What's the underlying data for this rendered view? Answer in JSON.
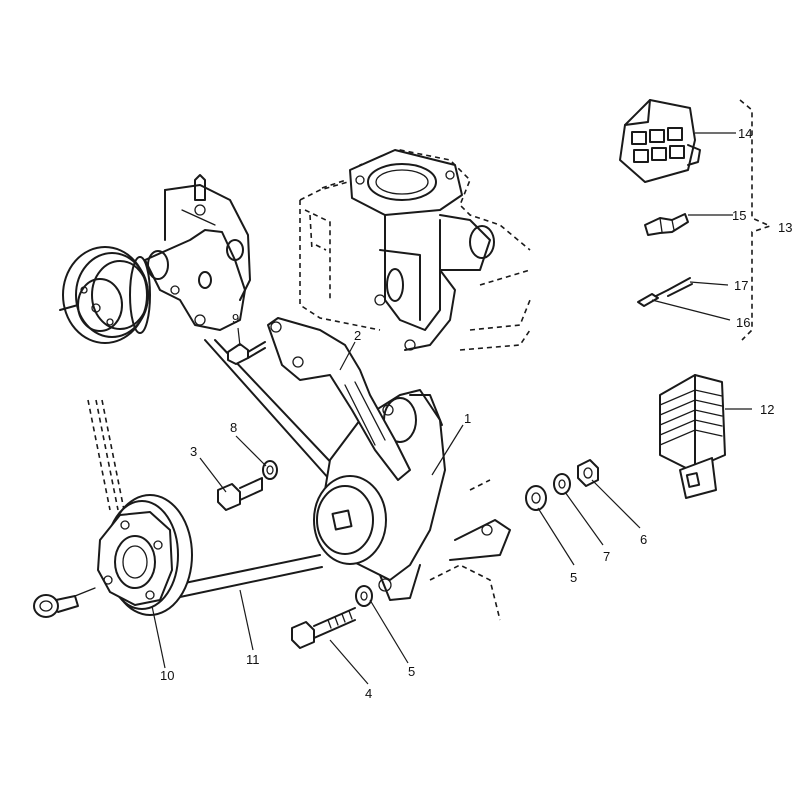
{
  "callouts": [
    {
      "id": "c1",
      "text": "1"
    },
    {
      "id": "c2",
      "text": "2"
    },
    {
      "id": "c3",
      "text": "3"
    },
    {
      "id": "c4",
      "text": "4"
    },
    {
      "id": "c5a",
      "text": "5"
    },
    {
      "id": "c5b",
      "text": "5"
    },
    {
      "id": "c6",
      "text": "6"
    },
    {
      "id": "c7",
      "text": "7"
    },
    {
      "id": "c8",
      "text": "8"
    },
    {
      "id": "c9",
      "text": "9"
    },
    {
      "id": "c10",
      "text": "10"
    },
    {
      "id": "c11",
      "text": "11"
    },
    {
      "id": "c12",
      "text": "12"
    },
    {
      "id": "c13",
      "text": "13"
    },
    {
      "id": "c14",
      "text": "14"
    },
    {
      "id": "c15",
      "text": "15"
    },
    {
      "id": "c16",
      "text": "16"
    },
    {
      "id": "c17",
      "text": "17"
    }
  ]
}
